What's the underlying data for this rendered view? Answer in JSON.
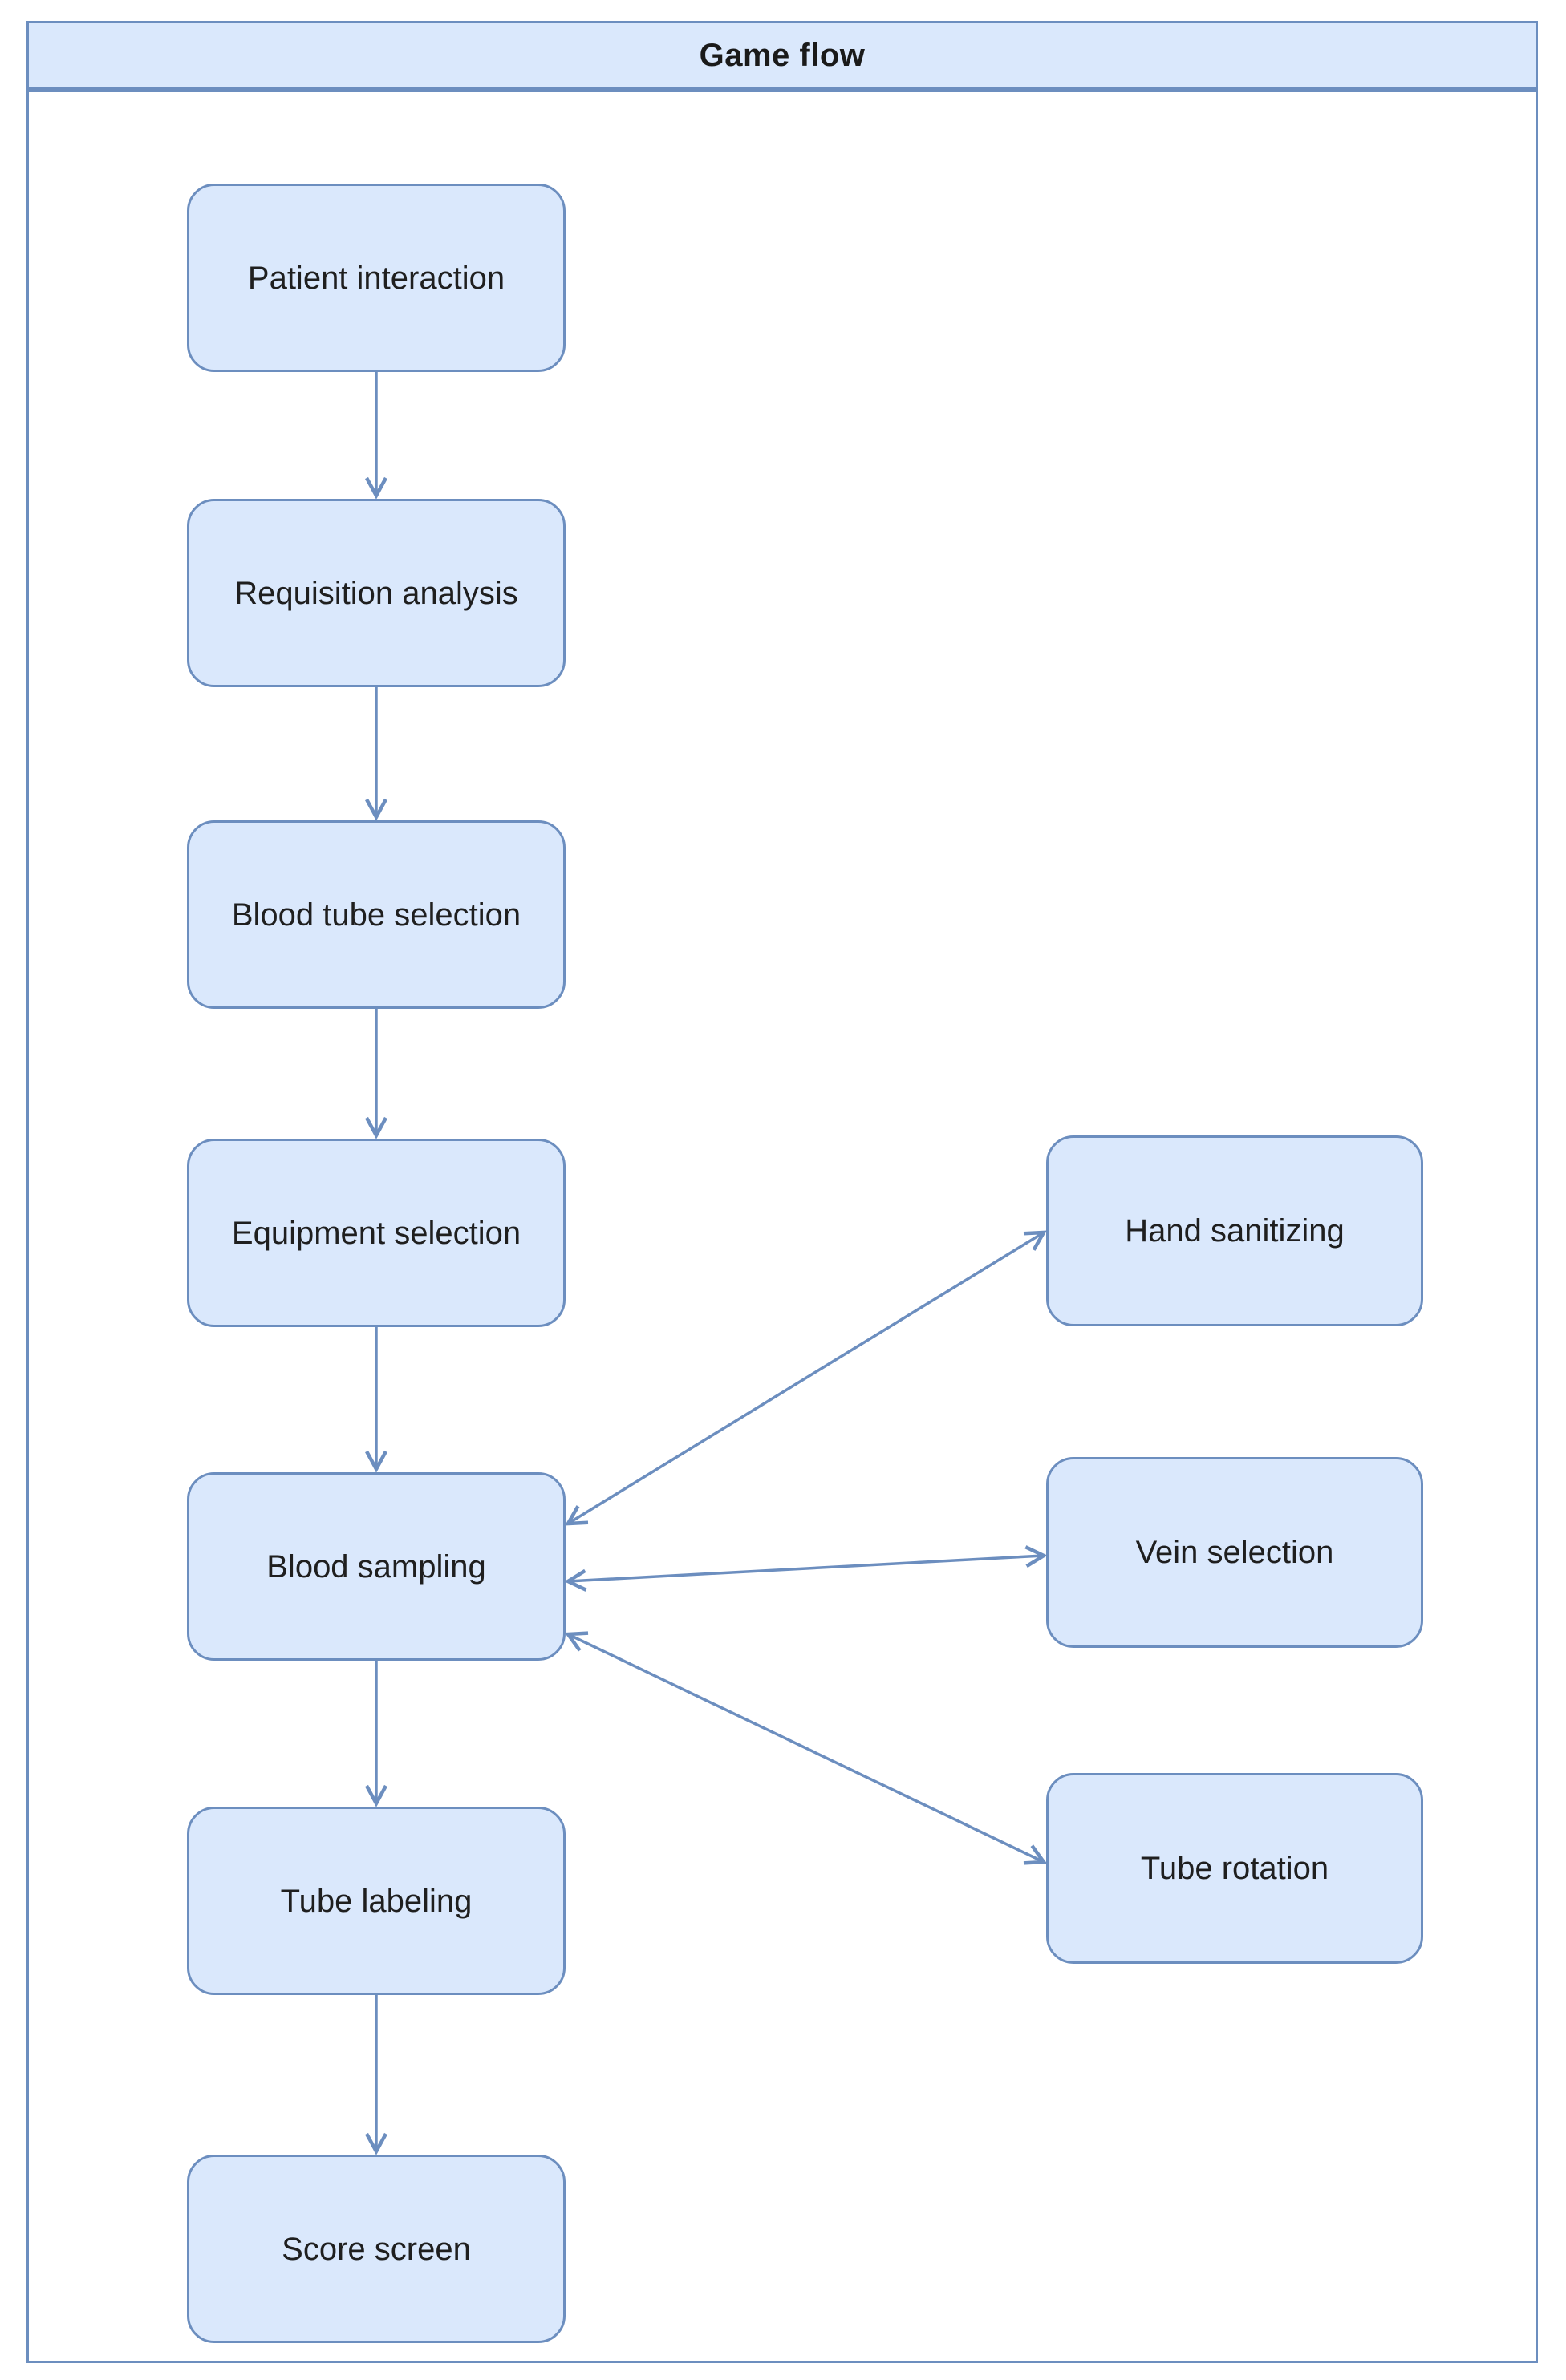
{
  "diagram": {
    "title": "Game flow",
    "colors": {
      "node_fill": "#dae8fc",
      "node_border": "#6c8ebf",
      "arrow": "#6c8ebf",
      "titlebar_fill": "#dae8fc",
      "frame_border": "#6c8ebf",
      "text": "#1f1f1f"
    },
    "nodes": [
      {
        "id": "patient-interaction",
        "label": "Patient interaction",
        "column": "left"
      },
      {
        "id": "requisition-analysis",
        "label": "Requisition analysis",
        "column": "left"
      },
      {
        "id": "blood-tube-selection",
        "label": "Blood tube selection",
        "column": "left"
      },
      {
        "id": "equipment-selection",
        "label": "Equipment selection",
        "column": "left"
      },
      {
        "id": "blood-sampling",
        "label": "Blood sampling",
        "column": "left"
      },
      {
        "id": "tube-labeling",
        "label": "Tube labeling",
        "column": "left"
      },
      {
        "id": "score-screen",
        "label": "Score screen",
        "column": "left"
      },
      {
        "id": "hand-sanitizing",
        "label": "Hand sanitizing",
        "column": "right"
      },
      {
        "id": "vein-selection",
        "label": "Vein selection",
        "column": "right"
      },
      {
        "id": "tube-rotation",
        "label": "Tube rotation",
        "column": "right"
      }
    ],
    "edges": [
      {
        "from": "patient-interaction",
        "to": "requisition-analysis",
        "direction": "one-way"
      },
      {
        "from": "requisition-analysis",
        "to": "blood-tube-selection",
        "direction": "one-way"
      },
      {
        "from": "blood-tube-selection",
        "to": "equipment-selection",
        "direction": "one-way"
      },
      {
        "from": "equipment-selection",
        "to": "blood-sampling",
        "direction": "one-way"
      },
      {
        "from": "blood-sampling",
        "to": "tube-labeling",
        "direction": "one-way"
      },
      {
        "from": "tube-labeling",
        "to": "score-screen",
        "direction": "one-way"
      },
      {
        "from": "blood-sampling",
        "to": "hand-sanitizing",
        "direction": "two-way"
      },
      {
        "from": "blood-sampling",
        "to": "vein-selection",
        "direction": "two-way"
      },
      {
        "from": "blood-sampling",
        "to": "tube-rotation",
        "direction": "two-way"
      }
    ]
  }
}
